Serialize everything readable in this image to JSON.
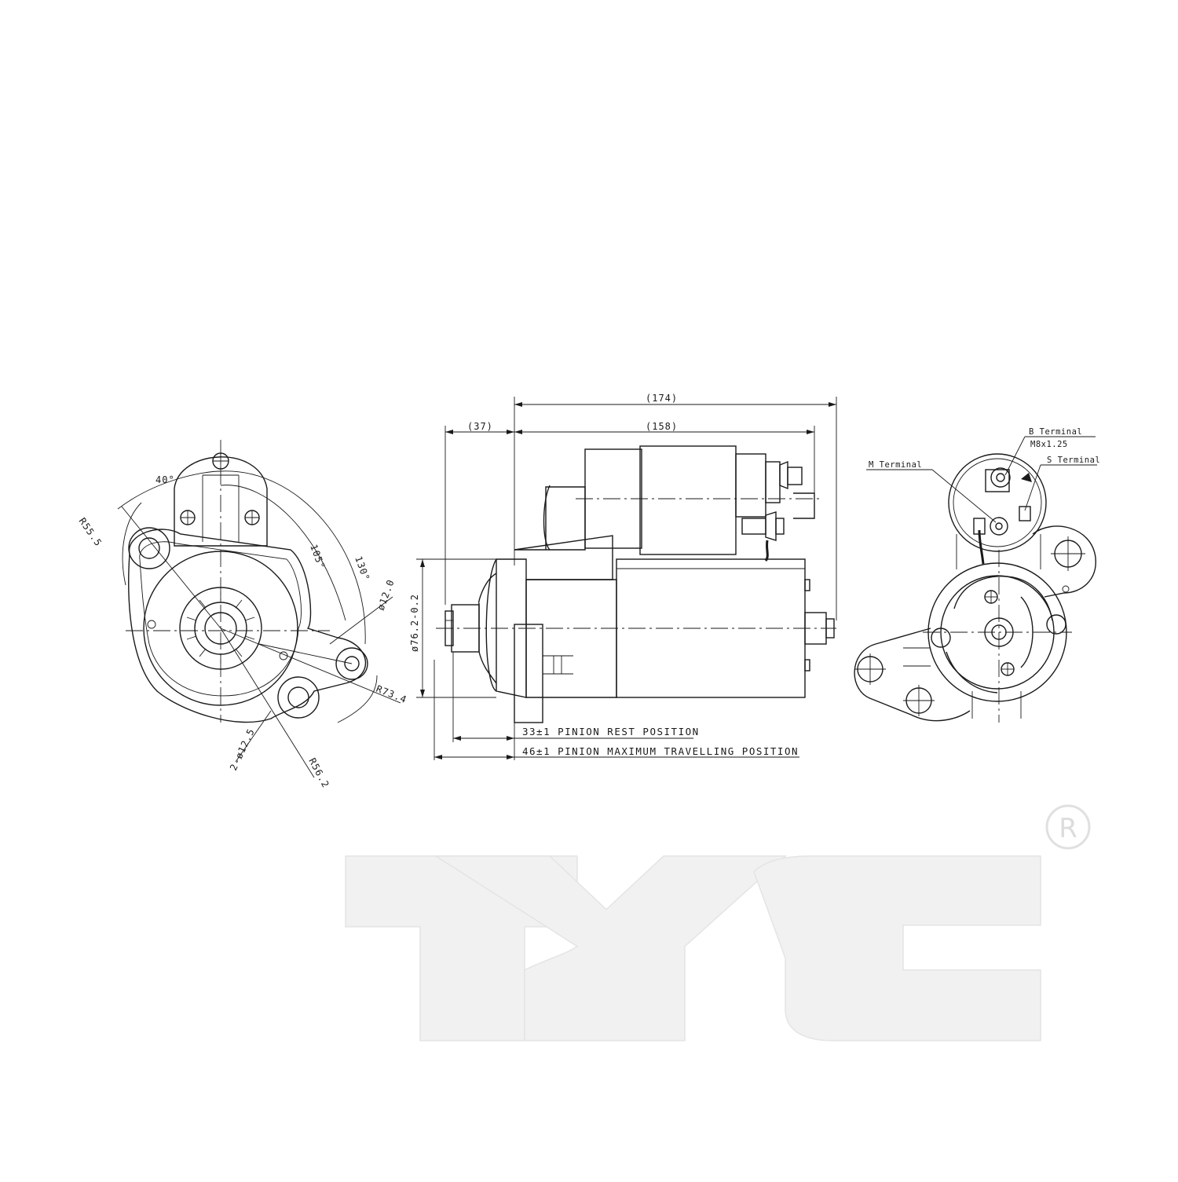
{
  "dimensions": {
    "overall_length": "(174)",
    "body_length": "(158)",
    "front_offset": "(37)",
    "pilot_diameter": "ø76.2-0.2"
  },
  "front_view": {
    "angle_40": "40°",
    "angle_105": "105°",
    "angle_130": "130°",
    "radius_55_5": "R55.5",
    "radius_73_4": "R73.4",
    "radius_56_2": "R56.2",
    "hole_diameter": "ø12.0",
    "hole_count": "2-ø12.5"
  },
  "notes": {
    "pinion_rest": "33±1  PINION REST POSITION",
    "pinion_max": "46±1  PINION MAXIMUM TRAVELLING POSITION"
  },
  "rear_view": {
    "b_terminal": "B Terminal",
    "b_thread": "M8x1.25",
    "s_terminal": "S Terminal",
    "m_terminal": "M Terminal"
  },
  "brand": {
    "logo_text": "TYC",
    "registered_mark": "R"
  }
}
